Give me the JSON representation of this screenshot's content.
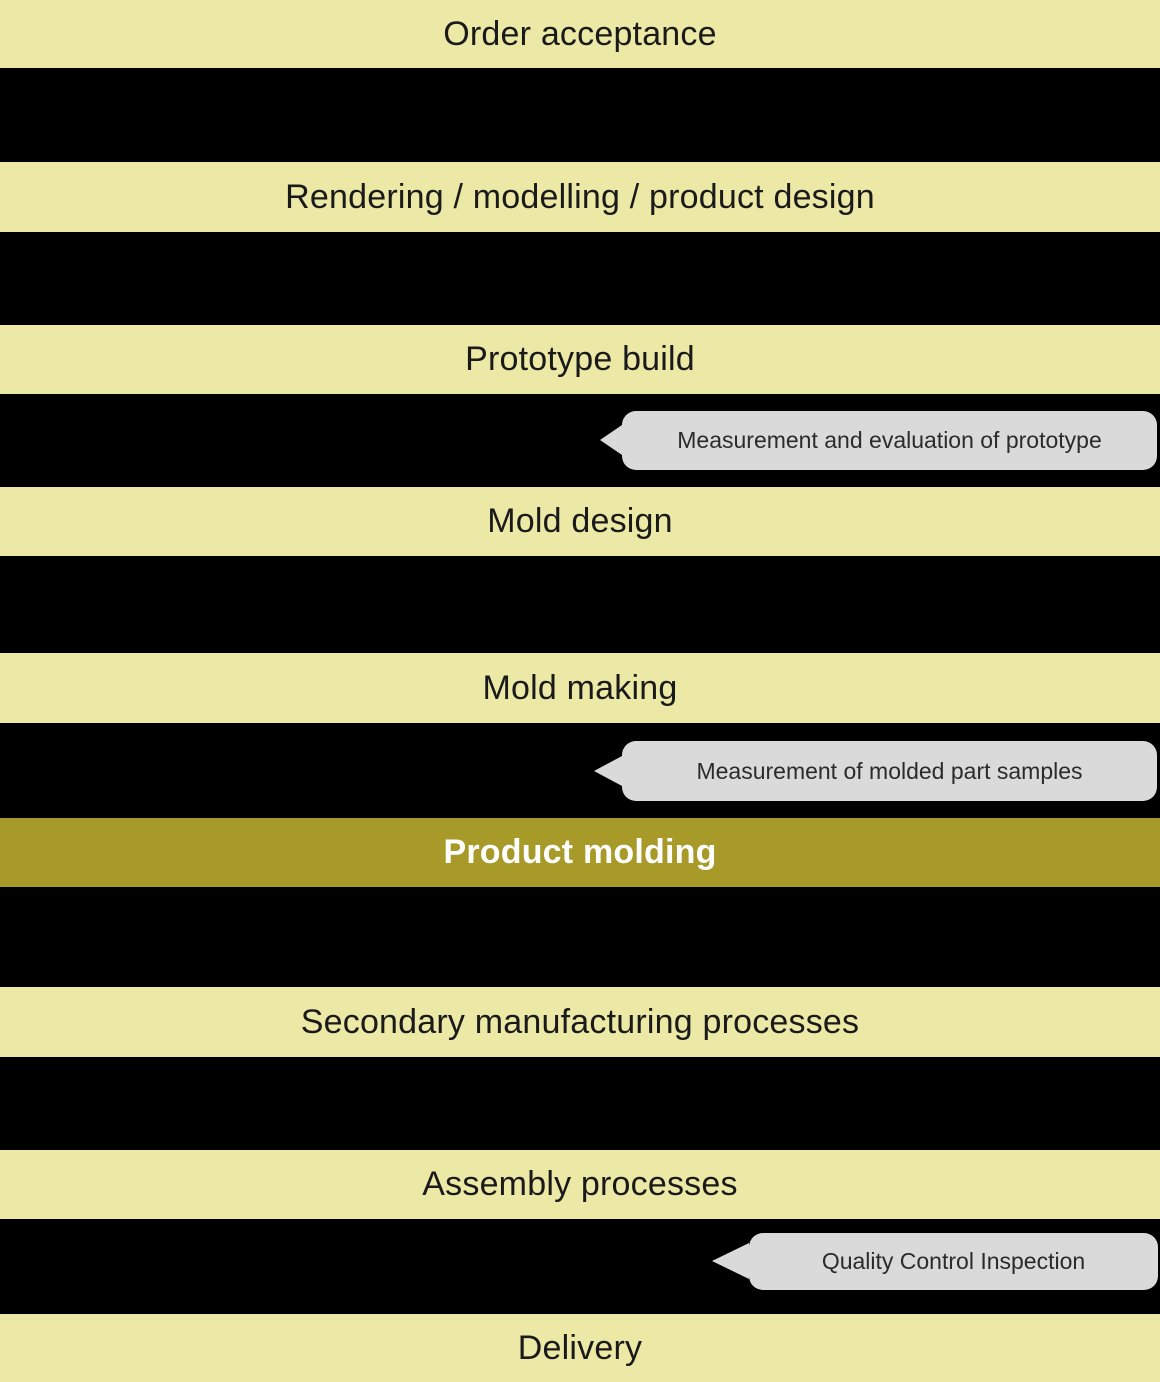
{
  "flow": {
    "title_hint": "manufacturing process flow",
    "steps": [
      {
        "label": "Order acceptance",
        "highlighted": false
      },
      {
        "label": "Rendering / modelling / product design",
        "highlighted": false
      },
      {
        "label": "Prototype build",
        "highlighted": false
      },
      {
        "label": "Mold design",
        "highlighted": false
      },
      {
        "label": "Mold making",
        "highlighted": false
      },
      {
        "label": "Product molding",
        "highlighted": true
      },
      {
        "label": "Secondary manufacturing processes",
        "highlighted": false
      },
      {
        "label": "Assembly processes",
        "highlighted": false
      },
      {
        "label": "Delivery",
        "highlighted": false
      }
    ],
    "callouts": [
      {
        "text": "Measurement and evaluation of prototype"
      },
      {
        "text": "Measurement of molded part samples"
      },
      {
        "text": "Quality Control Inspection"
      }
    ],
    "colors": {
      "step_bg": "#ece8a6",
      "step_text": "#1a1a1a",
      "highlight_bg": "#a89a28",
      "highlight_text": "#ffffff",
      "callout_bg": "#dadada",
      "callout_text": "#2b2b2b",
      "gap_bg": "#000000"
    }
  }
}
